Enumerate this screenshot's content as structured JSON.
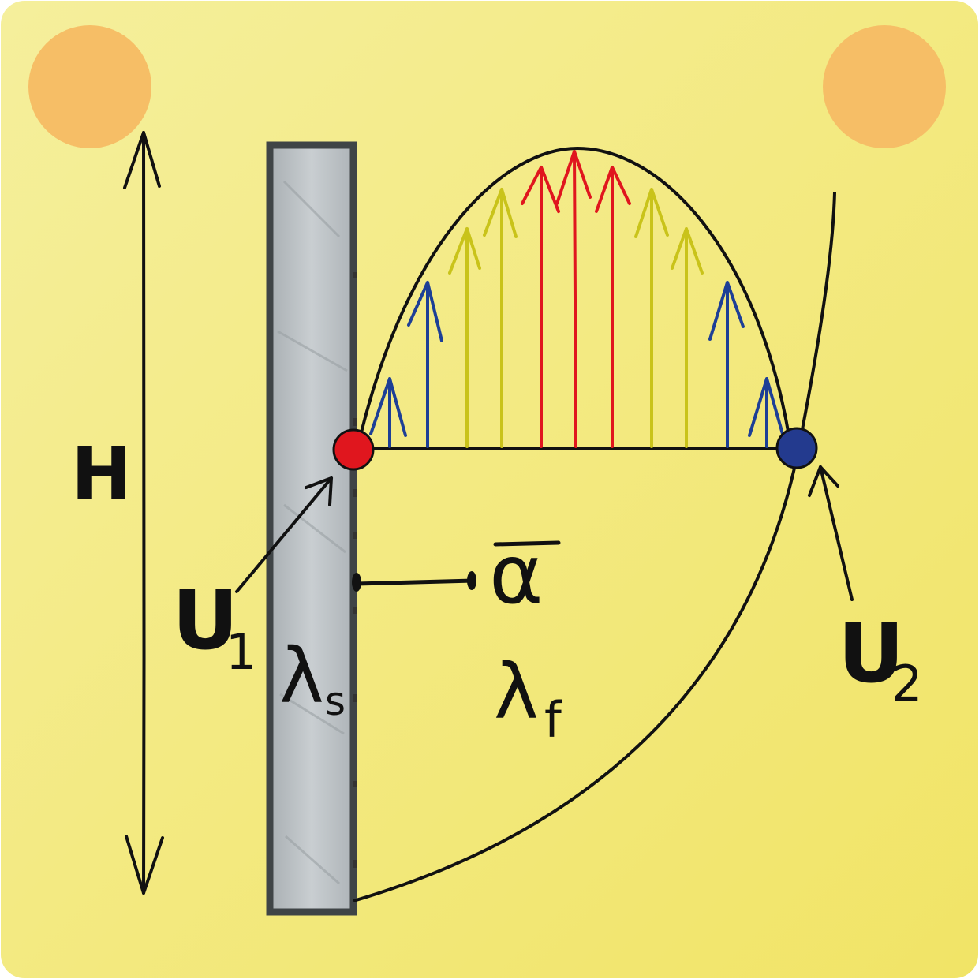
{
  "labels": {
    "height": "H",
    "u1_main": "U",
    "u1_sub": "1",
    "u2_main": "U",
    "u2_sub": "2",
    "lambda_s_main": "λ",
    "lambda_s_sub": "s",
    "lambda_f_main": "λ",
    "lambda_f_sub": "f",
    "alpha": "α"
  },
  "colors": {
    "background_start": "#f5ef9c",
    "background_end": "#f1e466",
    "corner_dot": "#f6be66",
    "wall_fill": "#bcc2c6",
    "wall_border": "#3f4446",
    "point_u1": "#e0161e",
    "point_u2": "#233a8e",
    "arrow_blue": "#1d3f96",
    "arrow_yellow": "#c9c31a",
    "arrow_red": "#e0161e",
    "ink": "#111111"
  }
}
